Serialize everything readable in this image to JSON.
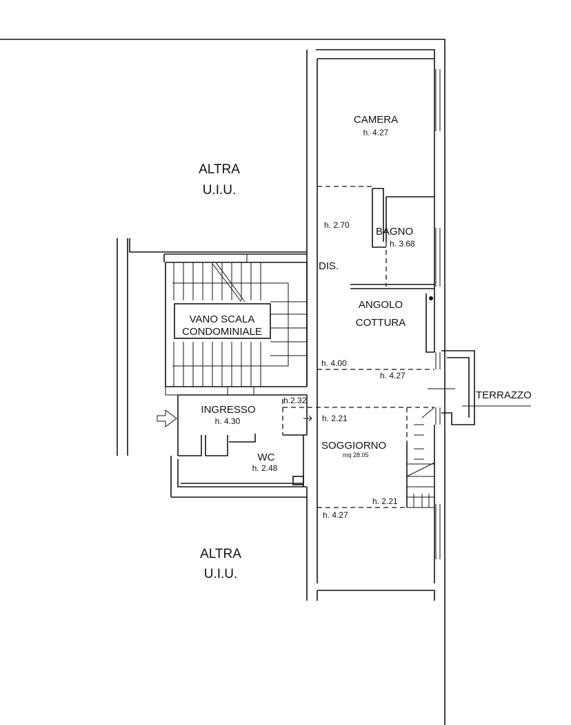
{
  "rooms": {
    "altra_top": {
      "line1": "ALTRA",
      "line2": "U.I.U."
    },
    "altra_bottom": {
      "line1": "ALTRA",
      "line2": "U.I.U."
    },
    "camera": {
      "name": "CAMERA",
      "height": "h. 4.27"
    },
    "dis": {
      "name": "DIS.",
      "height": "h. 2.70"
    },
    "bagno": {
      "name": "BAGNO",
      "height": "h. 3.68"
    },
    "angolo_cottura": {
      "line1": "ANGOLO",
      "line2": "COTTURA",
      "height_a": "h. 4.00",
      "height_b": "h. 4.27"
    },
    "vano_scala": {
      "line1": "VANO SCALA",
      "line2": "CONDOMINIALE"
    },
    "ingresso": {
      "name": "INGRESSO",
      "height": "h. 4.30"
    },
    "wc": {
      "name": "WC",
      "height": "h. 2.48"
    },
    "passage": {
      "height": "h.2.32"
    },
    "soggiorno": {
      "name": "SOGGIORNO",
      "area": "mq 28.05",
      "height_top": "h. 2.21",
      "height_stair": "h. 2.21",
      "height_bottom": "h. 4.27"
    },
    "terrazzo": {
      "name": "TERRAZZO"
    }
  }
}
